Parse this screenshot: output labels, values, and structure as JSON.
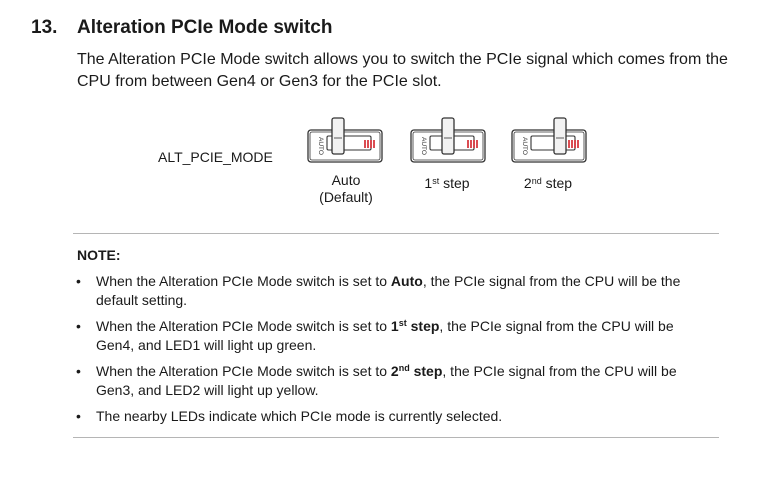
{
  "section": {
    "number": "13.",
    "title": "Alteration PCIe Mode switch"
  },
  "intro_text": "The Alteration PCIe Mode switch allows you to switch the PCIe signal which comes from the CPU from between Gen4 or Gen3 for the PCIe slot.",
  "figure": {
    "switch_label": "ALT_PCIE_MODE",
    "switch_side_text": "AUTO",
    "positions": [
      {
        "line1": "Auto",
        "line2": "(Default)"
      },
      {
        "ordinal": "1",
        "suffix": "st",
        "word": " step"
      },
      {
        "ordinal": "2",
        "suffix": "nd",
        "word": " step"
      }
    ],
    "colors": {
      "marker_red": "#d22027",
      "outline": "#333333"
    }
  },
  "note": {
    "heading": "NOTE:",
    "bullet": "•",
    "items": [
      {
        "pre": "When the Alteration PCIe Mode switch is set to ",
        "bold": "Auto",
        "post": ", the PCIe signal from the CPU will be the default setting."
      },
      {
        "pre": "When the Alteration PCIe Mode switch is set to ",
        "bold": "1",
        "bold_sup": "st",
        "bold_after": " step",
        "post": ", the PCIe signal from the CPU will be Gen4, and LED1 will light up green."
      },
      {
        "pre": "When the Alteration PCIe Mode switch is set to ",
        "bold": "2",
        "bold_sup": "nd",
        "bold_after": " step",
        "post": ", the PCIe signal from the CPU will be Gen3, and LED2 will light up yellow."
      },
      {
        "pre": "The nearby LEDs indicate which PCIe mode is currently selected."
      }
    ]
  }
}
